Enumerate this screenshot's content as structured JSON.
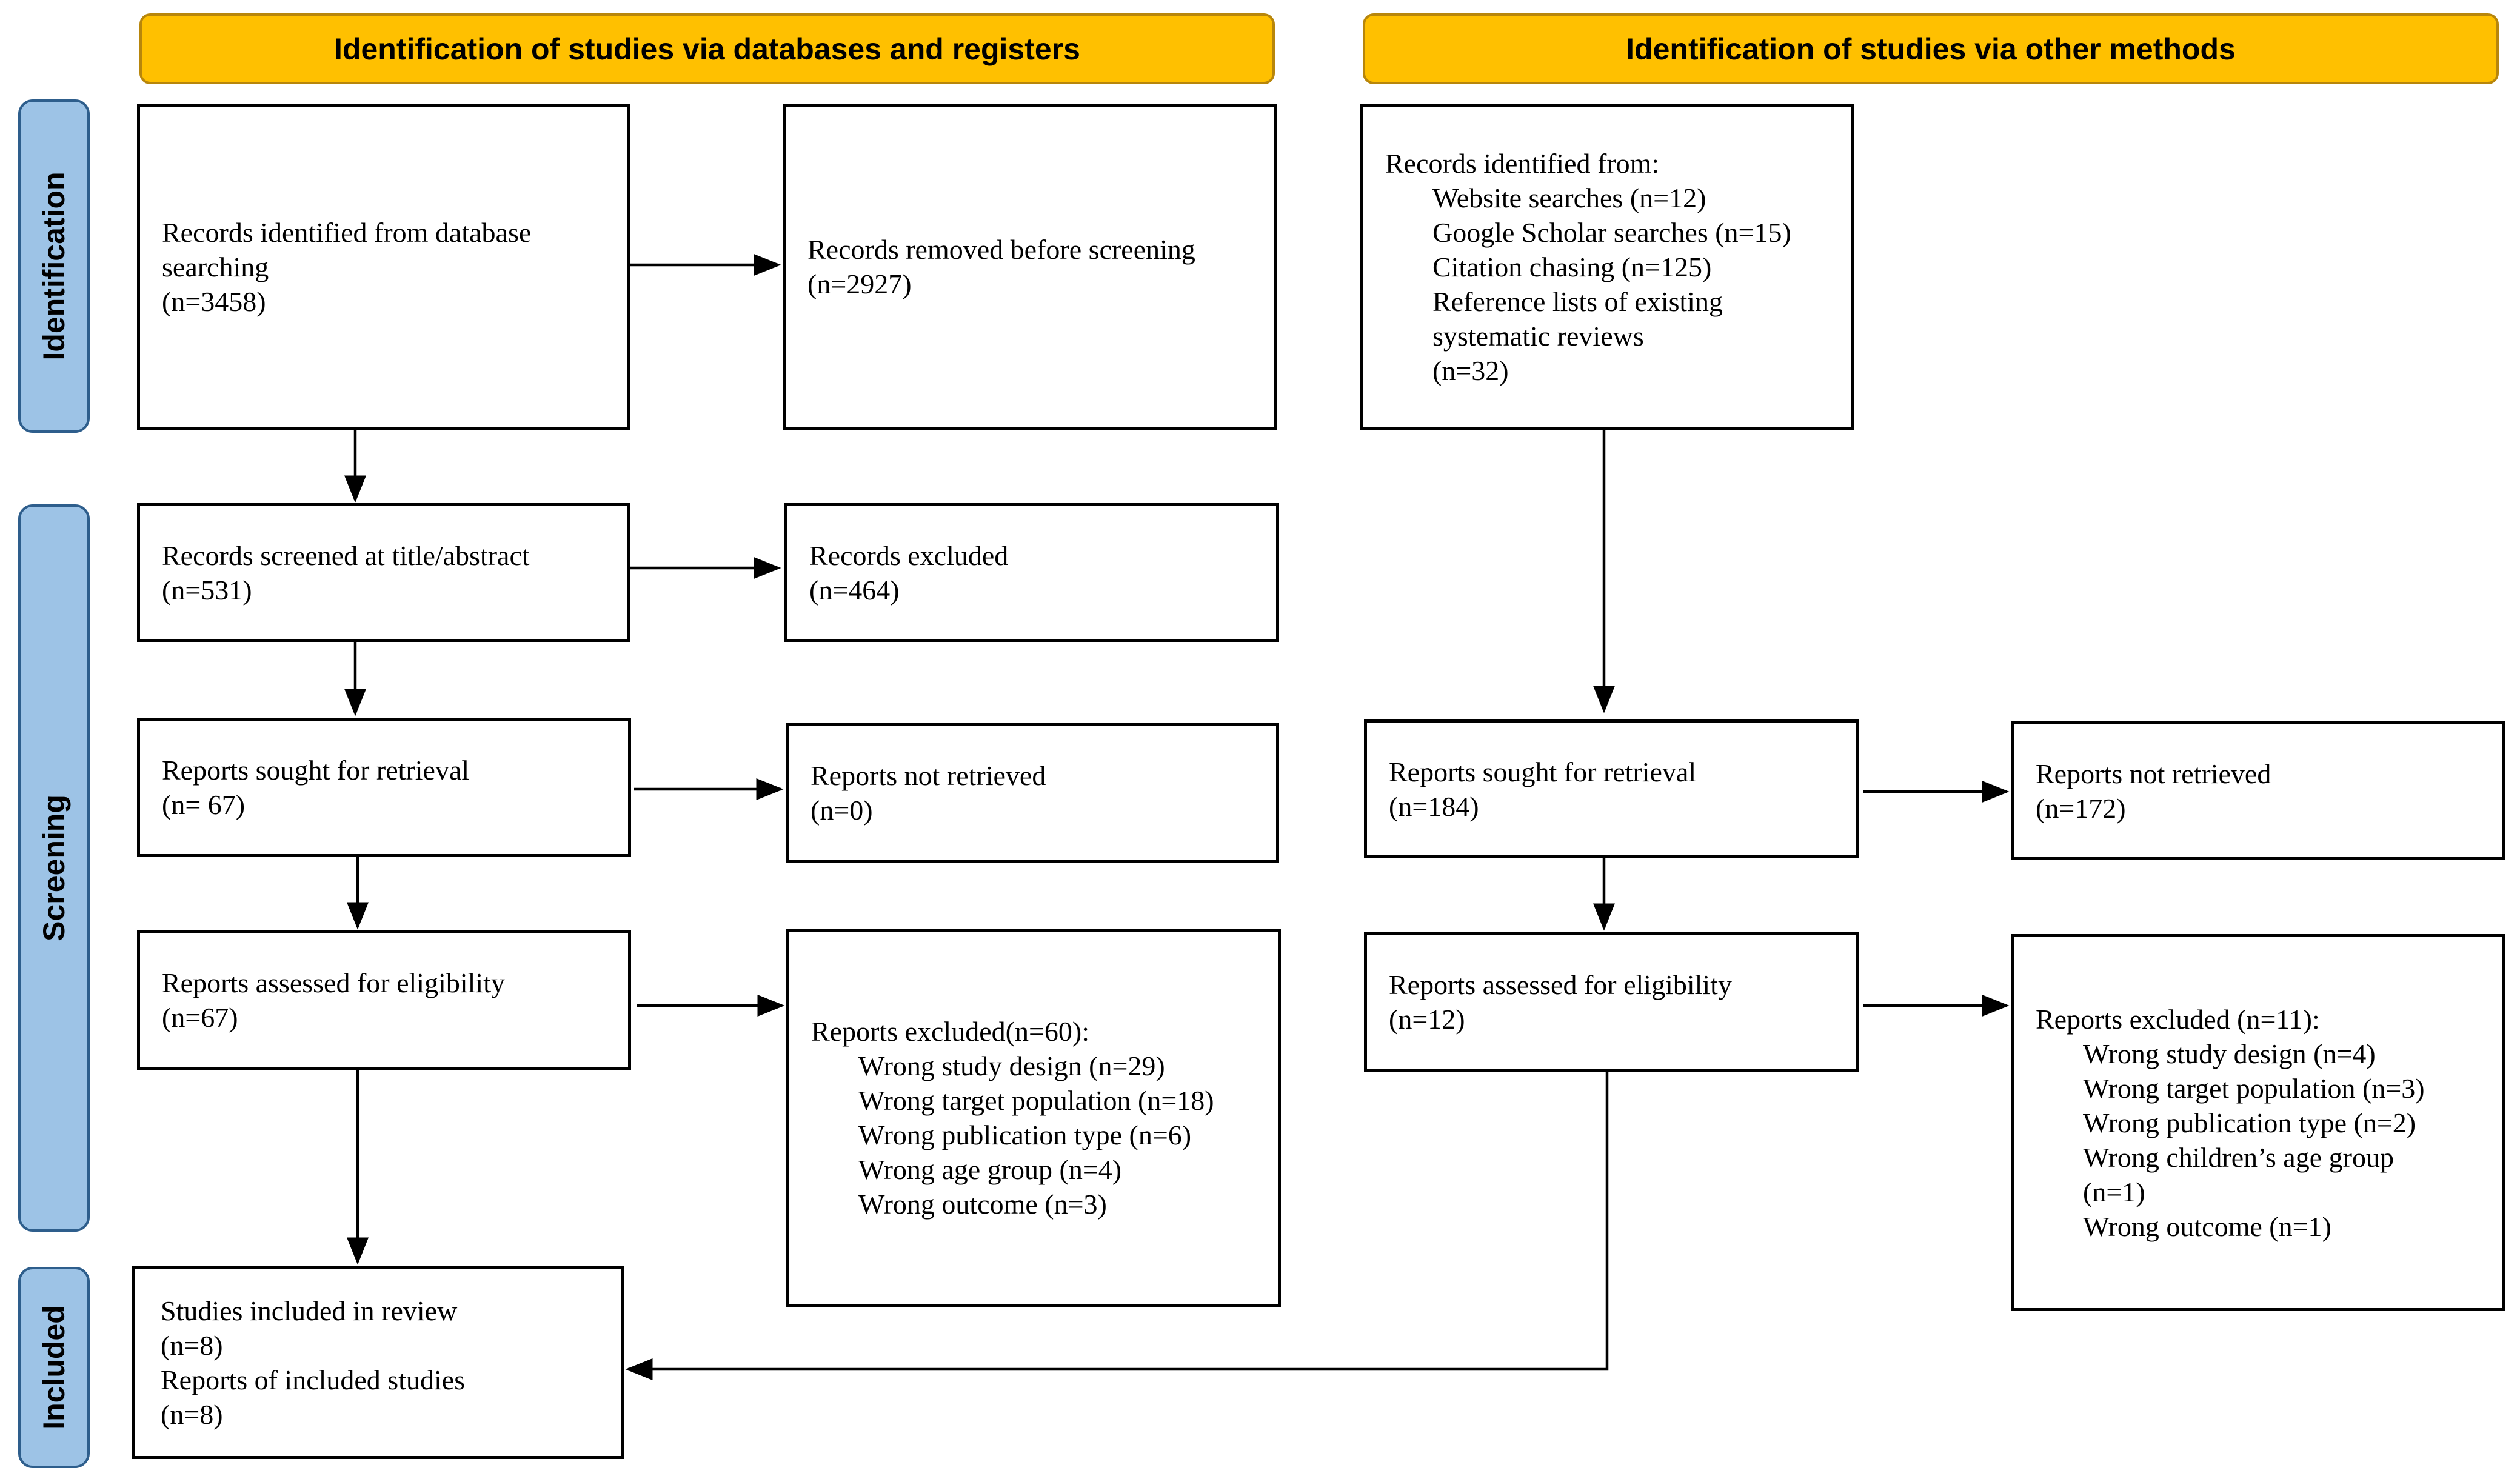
{
  "headers": {
    "databases": "Identification of studies via databases and registers",
    "other": "Identification of studies via other methods"
  },
  "stages": {
    "identification": "Identification",
    "screening": "Screening",
    "included": "Included"
  },
  "left": {
    "records_identified": [
      "Records identified from database",
      "searching",
      "(n=3458)"
    ],
    "records_removed": [
      "Records removed before screening",
      "(n=2927)"
    ],
    "records_screened": [
      "Records screened at title/abstract",
      "(n=531)"
    ],
    "records_excluded": [
      "Records excluded",
      "(n=464)"
    ],
    "sought": [
      "Reports sought for retrieval",
      "(n= 67)"
    ],
    "not_retrieved": [
      "Reports not retrieved",
      "(n=0)"
    ],
    "assessed": [
      "Reports assessed for eligibility",
      "(n=67)"
    ],
    "excluded_title": "Reports excluded(n=60):",
    "excluded_items": [
      "Wrong study design (n=29)",
      "Wrong target population (n=18)",
      "Wrong publication type (n=6)",
      "Wrong age group (n=4)",
      "Wrong outcome (n=3)"
    ],
    "included": [
      "Studies included in review",
      "(n=8)",
      "Reports of included studies",
      "(n=8)"
    ]
  },
  "right": {
    "identified_title": "Records identified from:",
    "identified_items": [
      "Website searches (n=12)",
      "Google Scholar searches (n=15)",
      "Citation chasing (n=125)",
      "Reference lists of existing",
      "systematic reviews",
      "(n=32)"
    ],
    "sought": [
      "Reports sought for retrieval",
      "(n=184)"
    ],
    "not_retrieved": [
      "Reports not retrieved",
      "(n=172)"
    ],
    "assessed": [
      "Reports assessed for eligibility",
      "(n=12)"
    ],
    "excluded_title": "Reports excluded (n=11):",
    "excluded_items": [
      "Wrong study design (n=4)",
      "Wrong target population (n=3)",
      "Wrong publication type (n=2)",
      "Wrong children’s age group",
      "(n=1)",
      "Wrong outcome (n=1)"
    ]
  },
  "colors": {
    "header_fill": "#FFC000",
    "stage_fill": "#9DC3E6",
    "line": "#000000"
  }
}
